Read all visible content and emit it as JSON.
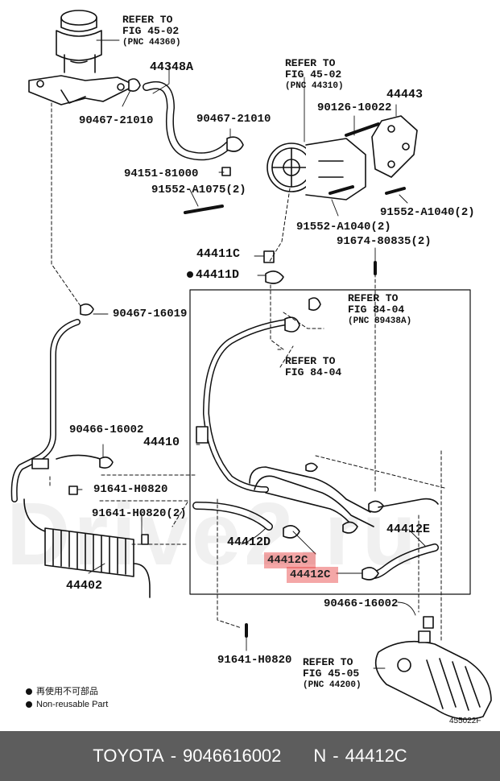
{
  "watermark": "Drive2.ru",
  "figure_code": "455022F",
  "refs": {
    "r1": {
      "line1": "REFER TO",
      "line2": "FIG 45-02",
      "line3": "(PNC 44360)"
    },
    "r2": {
      "line1": "REFER TO",
      "line2": "FIG 45-02",
      "line3": "(PNC 44310)"
    },
    "r3": {
      "line1": "REFER TO",
      "line2": "FIG 84-04",
      "line3": "(PNC 89438A)"
    },
    "r4": {
      "line1": "REFER TO",
      "line2": "FIG 84-04"
    },
    "r5": {
      "line1": "REFER TO",
      "line2": "FIG 45-05",
      "line3": "(PNC 44200)"
    }
  },
  "labels": {
    "p44348A": "44348A",
    "p44443": "44443",
    "p90467_21010a": "90467-21010",
    "p90467_21010b": "90467-21010",
    "p90126": "90126-10022",
    "p94151": "94151-81000",
    "p91552_A1075": "91552-A1075(2)",
    "p91552_A1040a": "91552-A1040(2)",
    "p91552_A1040b": "91552-A1040(2)",
    "p91674": "91674-80835(2)",
    "p44411C": "44411C",
    "p44411D": "44411D",
    "p90467_16019": "90467-16019",
    "p90466_16002a": "90466-16002",
    "p44410": "44410",
    "p91641_a": "91641-H0820",
    "p91641_b": "91641-H0820(2)",
    "p44412D": "44412D",
    "p44412E": "44412E",
    "p44402": "44402",
    "p90466_16002b": "90466-16002",
    "p91641_c": "91641-H0820"
  },
  "highlights": {
    "h1": "44412C",
    "h2": "44412C"
  },
  "colors": {
    "highlight": "#e63c3c",
    "footer_bg": "#5d5d5d"
  },
  "legend": {
    "reusable_note": "再使用不可部品",
    "nonreusable_note": "Non-reusable Part"
  },
  "footer": {
    "brand": "TOYOTA",
    "sep1": "-",
    "part_number": "9046616002",
    "code_prefix": "N",
    "sep2": "-",
    "code": "44412C"
  }
}
